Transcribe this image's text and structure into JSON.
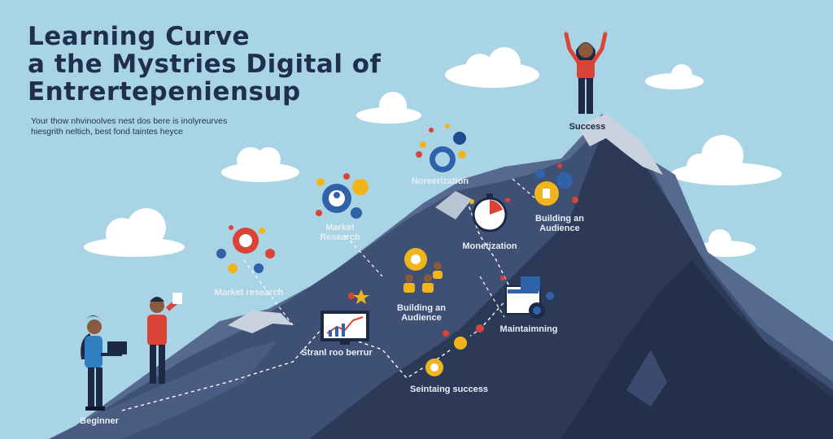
{
  "title": {
    "line1": "Learning Curve",
    "line2": "a the Mystries Digital of",
    "line3": "Entrertepeniensup"
  },
  "subtitle": {
    "line1": "Your thow nhvinoolves nest dos bere is inolyreurves",
    "line2": "hiesgrith neltich, best fond taintes heyce"
  },
  "labels": {
    "beginner": "Beginner",
    "market_research_low": "Market research",
    "market_research_mid": "Market\nResearch",
    "start_business": "Stranl roo berrur",
    "building_audience_mid": "Building an\nAudience",
    "sustaining": "Seintaing success",
    "monetization_top": "Noreerization",
    "monetization": "Monetization",
    "building_audience_high": "Building an\nAudience",
    "maintaining": "Maintaimning",
    "success": "Success"
  },
  "colors": {
    "sky": "#a9d4e6",
    "mountain_dark": "#2c3a58",
    "mountain_mid": "#3f5075",
    "mountain_light": "#56698f",
    "snow": "#c9d3df",
    "accent_red": "#d94436",
    "accent_yellow": "#f1b51c",
    "accent_blue": "#2f62a8"
  },
  "icons": [
    "person-with-laptop-icon",
    "person-holding-paper-icon",
    "gear-bulb-icon",
    "gear-people-icon",
    "gear-cluster-icon",
    "stopwatch-icon",
    "lightbulb-coin-icon",
    "team-icon",
    "growth-chart-icon",
    "coin-gear-icon",
    "target-gear-icon",
    "dashboard-gear-icon",
    "celebrating-person-icon"
  ]
}
